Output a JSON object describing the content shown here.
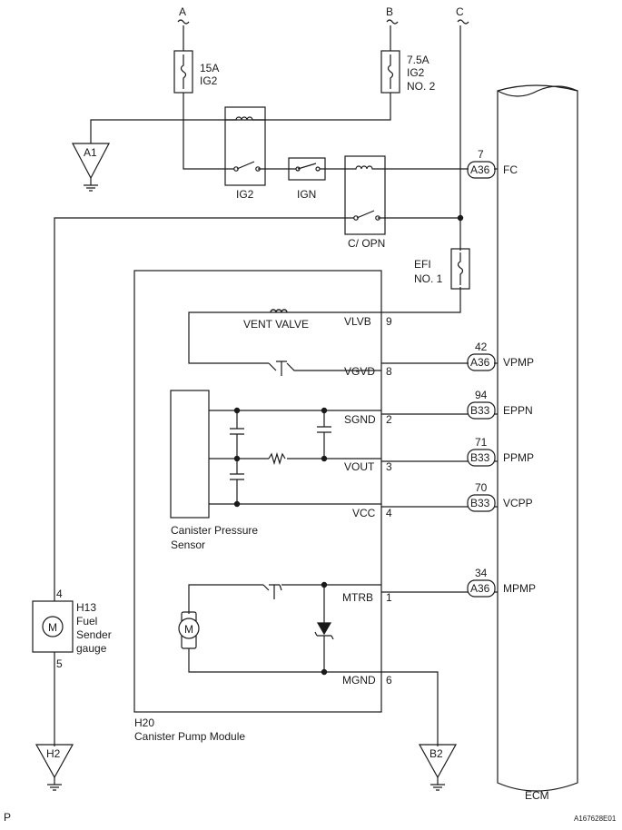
{
  "inputs": {
    "a": "A",
    "b": "B",
    "c": "C"
  },
  "fuses": {
    "f15a_rating": "15A",
    "f15a_name": "IG2",
    "f75a_rating": "7.5A",
    "f75a_line2": "IG2",
    "f75a_line3": "NO. 2",
    "efi_line1": "EFI",
    "efi_line2": "NO. 1"
  },
  "relays": {
    "ig2": "IG2",
    "ign": "IGN",
    "copn": "C/ OPN"
  },
  "grounds": {
    "a1": "A1",
    "h2": "H2",
    "b2": "B2"
  },
  "module": {
    "code": "H20",
    "name": "Canister Pump Module",
    "vent_valve": "VENT VALVE",
    "sensor_line1": "Canister Pressure",
    "sensor_line2": "Sensor",
    "pins": [
      {
        "name": "VLVB",
        "num": "9"
      },
      {
        "name": "VGVD",
        "num": "8"
      },
      {
        "name": "SGND",
        "num": "2"
      },
      {
        "name": "VOUT",
        "num": "3"
      },
      {
        "name": "VCC",
        "num": "4"
      },
      {
        "name": "MTRB",
        "num": "1"
      },
      {
        "name": "MGND",
        "num": "6"
      }
    ]
  },
  "gauge": {
    "code": "H13",
    "line2": "Fuel",
    "line3": "Sender",
    "line4": "gauge",
    "pin_top": "4",
    "pin_bottom": "5",
    "motor_symbol": "M"
  },
  "pump_motor_symbol": "M",
  "ecm": {
    "label": "ECM",
    "terminals": [
      {
        "num": "7",
        "conn": "A36",
        "sig": "FC"
      },
      {
        "num": "42",
        "conn": "A36",
        "sig": "VPMP"
      },
      {
        "num": "94",
        "conn": "B33",
        "sig": "EPPN"
      },
      {
        "num": "71",
        "conn": "B33",
        "sig": "PPMP"
      },
      {
        "num": "70",
        "conn": "B33",
        "sig": "VCPP"
      },
      {
        "num": "34",
        "conn": "A36",
        "sig": "MPMP"
      }
    ]
  },
  "footer": {
    "corner": "P",
    "code": "A167628E01"
  }
}
